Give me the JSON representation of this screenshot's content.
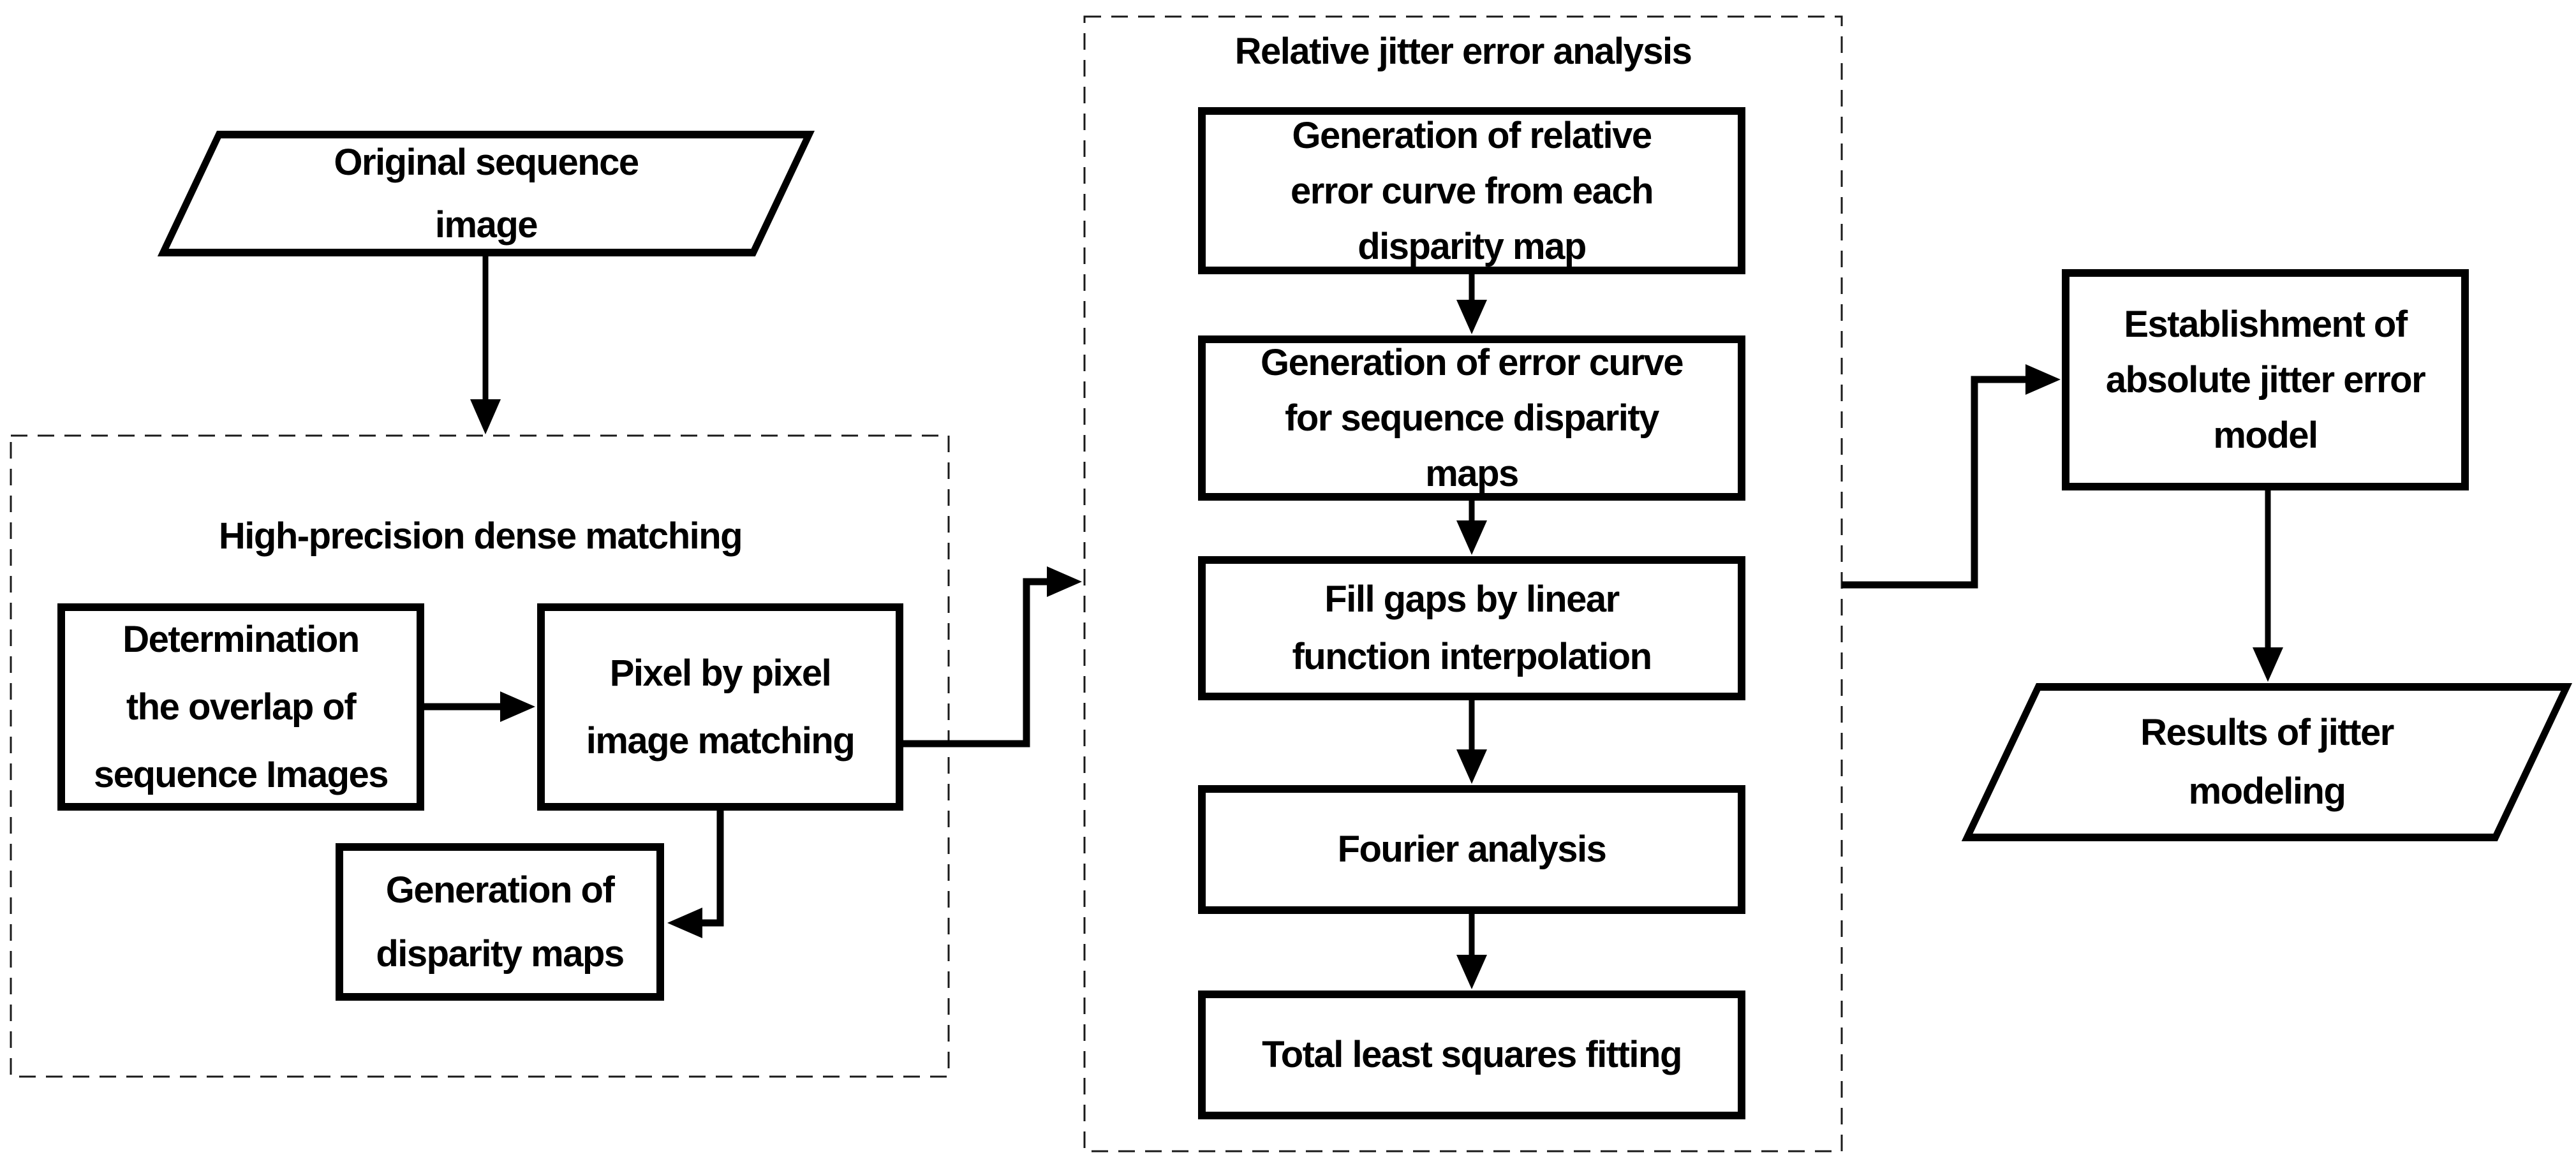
{
  "figure": {
    "background": "#ffffff",
    "ink": "#000000",
    "type": "flowchart"
  },
  "groups": {
    "dense_matching": {
      "title": "High-precision dense matching"
    },
    "jitter_analysis": {
      "title": "Relative jitter error analysis"
    }
  },
  "nodes": {
    "original_image": {
      "shape": "parallelogram",
      "lines": [
        "Original sequence",
        "image"
      ]
    },
    "determine_overlap": {
      "shape": "process",
      "lines": [
        "Determination",
        "the overlap of",
        "sequence Images"
      ]
    },
    "pixel_matching": {
      "shape": "process",
      "lines": [
        "Pixel by pixel",
        "image matching"
      ]
    },
    "disparity_maps": {
      "shape": "process",
      "lines": [
        "Generation of",
        "disparity maps"
      ]
    },
    "relative_error_curve": {
      "shape": "process",
      "lines": [
        "Generation of relative",
        "error curve from each",
        "disparity map"
      ]
    },
    "sequence_error_curve": {
      "shape": "process",
      "lines": [
        "Generation of error curve",
        "for sequence disparity",
        "maps"
      ]
    },
    "fill_gaps": {
      "shape": "process",
      "lines": [
        "Fill gaps by linear",
        "function interpolation"
      ]
    },
    "fourier": {
      "shape": "process",
      "lines": [
        "Fourier analysis"
      ]
    },
    "tls_fitting": {
      "shape": "process",
      "lines": [
        "Total least squares fitting"
      ]
    },
    "jitter_model": {
      "shape": "process",
      "lines": [
        "Establishment of",
        "absolute jitter error",
        "model"
      ]
    },
    "results": {
      "shape": "parallelogram",
      "lines": [
        "Results of jitter",
        "modeling"
      ]
    }
  },
  "edges": [
    {
      "from": "original_image",
      "to": "group_dense_matching"
    },
    {
      "from": "determine_overlap",
      "to": "pixel_matching"
    },
    {
      "from": "pixel_matching",
      "to": "disparity_maps"
    },
    {
      "from": "pixel_matching",
      "to": "group_jitter_analysis"
    },
    {
      "from": "relative_error_curve",
      "to": "sequence_error_curve"
    },
    {
      "from": "sequence_error_curve",
      "to": "fill_gaps"
    },
    {
      "from": "fill_gaps",
      "to": "fourier"
    },
    {
      "from": "fourier",
      "to": "tls_fitting"
    },
    {
      "from": "group_jitter_analysis",
      "to": "jitter_model"
    },
    {
      "from": "jitter_model",
      "to": "results"
    }
  ]
}
